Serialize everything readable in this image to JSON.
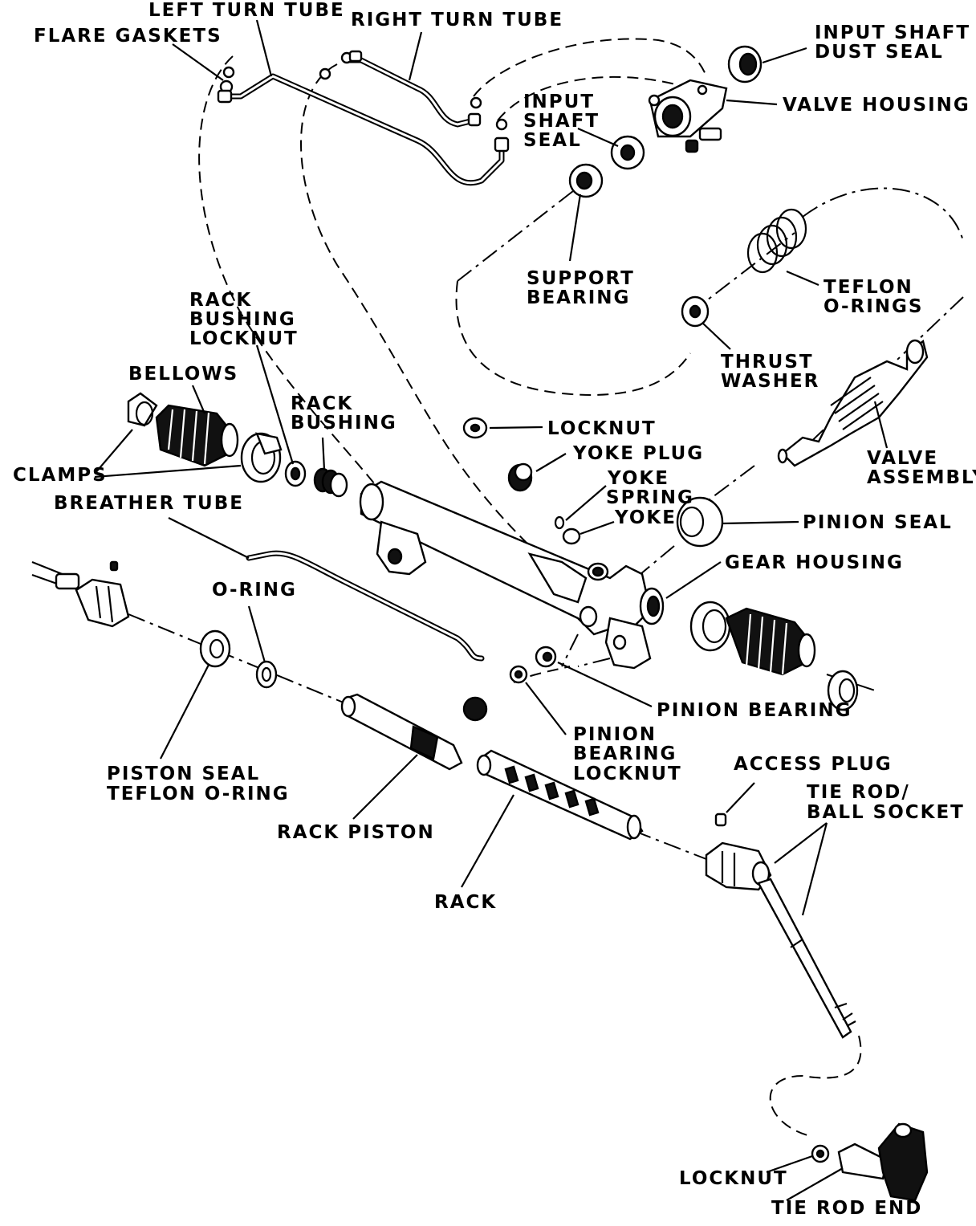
{
  "labels": {
    "left_turn_tube": "LEFT TURN TUBE",
    "right_turn_tube": "RIGHT TURN TUBE",
    "flare_gaskets": "FLARE GASKETS",
    "input_shaft_dust_seal": [
      "INPUT SHAFT",
      "DUST SEAL"
    ],
    "valve_housing": "VALVE HOUSING",
    "input_shaft_seal": [
      "INPUT",
      "SHAFT",
      "SEAL"
    ],
    "support_bearing": [
      "SUPPORT",
      "BEARING"
    ],
    "teflon_o_rings": [
      "TEFLON",
      "O-RINGS"
    ],
    "thrust_washer": [
      "THRUST",
      "WASHER"
    ],
    "rack_bushing_locknut": [
      "RACK",
      "BUSHING",
      "LOCKNUT"
    ],
    "rack_bushing": [
      "RACK",
      "BUSHING"
    ],
    "bellows": "BELLOWS",
    "locknut_yoke": "LOCKNUT",
    "yoke_plug": "YOKE PLUG",
    "yoke_spring_yoke": [
      "YOKE",
      "SPRING",
      "YOKE"
    ],
    "valve_assembly": [
      "VALVE",
      "ASSEMBLY"
    ],
    "clamps": "CLAMPS",
    "breather_tube": "BREATHER TUBE",
    "pinion_seal": "PINION SEAL",
    "gear_housing": "GEAR HOUSING",
    "o_ring": "O-RING",
    "pinion_bearing": "PINION BEARING",
    "pinion_bearing_locknut": [
      "PINION",
      "BEARING",
      "LOCKNUT"
    ],
    "piston_seal_teflon_o_ring": [
      "PISTON SEAL",
      "TEFLON O-RING"
    ],
    "access_plug": "ACCESS PLUG",
    "tie_rod_ball_socket": [
      "TIE ROD/",
      "BALL SOCKET"
    ],
    "rack_piston": "RACK PISTON",
    "rack": "RACK",
    "locknut_tie_rod": "LOCKNUT",
    "tie_rod_end": "TIE ROD END"
  }
}
